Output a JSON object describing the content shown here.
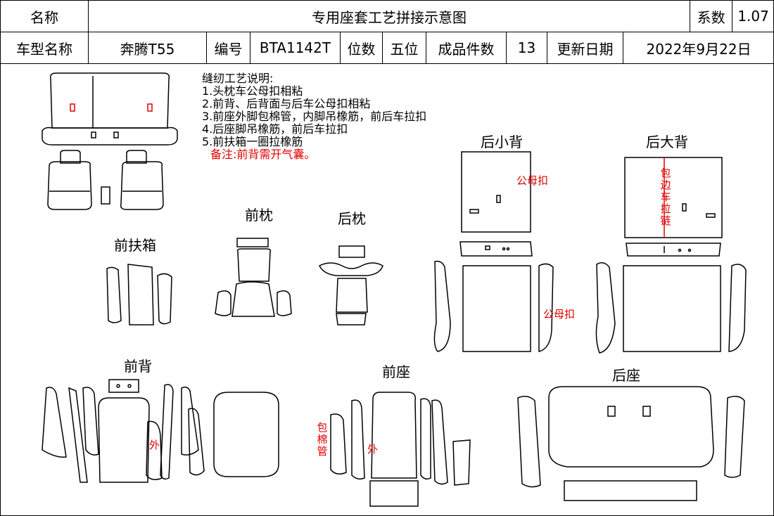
{
  "header": {
    "name_label": "名称",
    "title": "专用座套工艺拼接示意图",
    "coef_label": "系数",
    "coef_value": "1.07",
    "model_label": "车型名称",
    "model_value": "奔腾T55",
    "code_label": "编号",
    "code_value": "BTA1142T",
    "seats_label": "位数",
    "seats_value": "五位",
    "pieces_label": "成品件数",
    "pieces_value": "13",
    "date_label": "更新日期",
    "date_value": "2022年9月22日"
  },
  "notes": {
    "title": "缝纫工艺说明:",
    "items": [
      "1.头枕车公母扣相粘",
      "2.前背、后背面与后车公母扣相粘",
      "3.前座外脚包棉管，内脚吊橡筋，前后车拉扣",
      "4.后座脚吊橡筋，前后车拉扣",
      "5.前扶箱一圈拉橡筋"
    ],
    "remark": "备注:前背需开气囊。"
  },
  "sections": {
    "front_headrest": "前枕",
    "rear_headrest": "后枕",
    "front_armrest": "前扶箱",
    "rear_small_back": "后小背",
    "rear_large_back": "后大背",
    "front_back": "前背",
    "front_seat": "前座",
    "rear_seat": "后座"
  },
  "annotations": {
    "snap1": "公母扣",
    "snap2": "公母扣",
    "edge_zipper": "包边车拉链",
    "outer1": "外",
    "outer2": "外",
    "cotton_tube": "包棉管"
  },
  "colors": {
    "annotation": "#e00000",
    "line": "#000000"
  }
}
